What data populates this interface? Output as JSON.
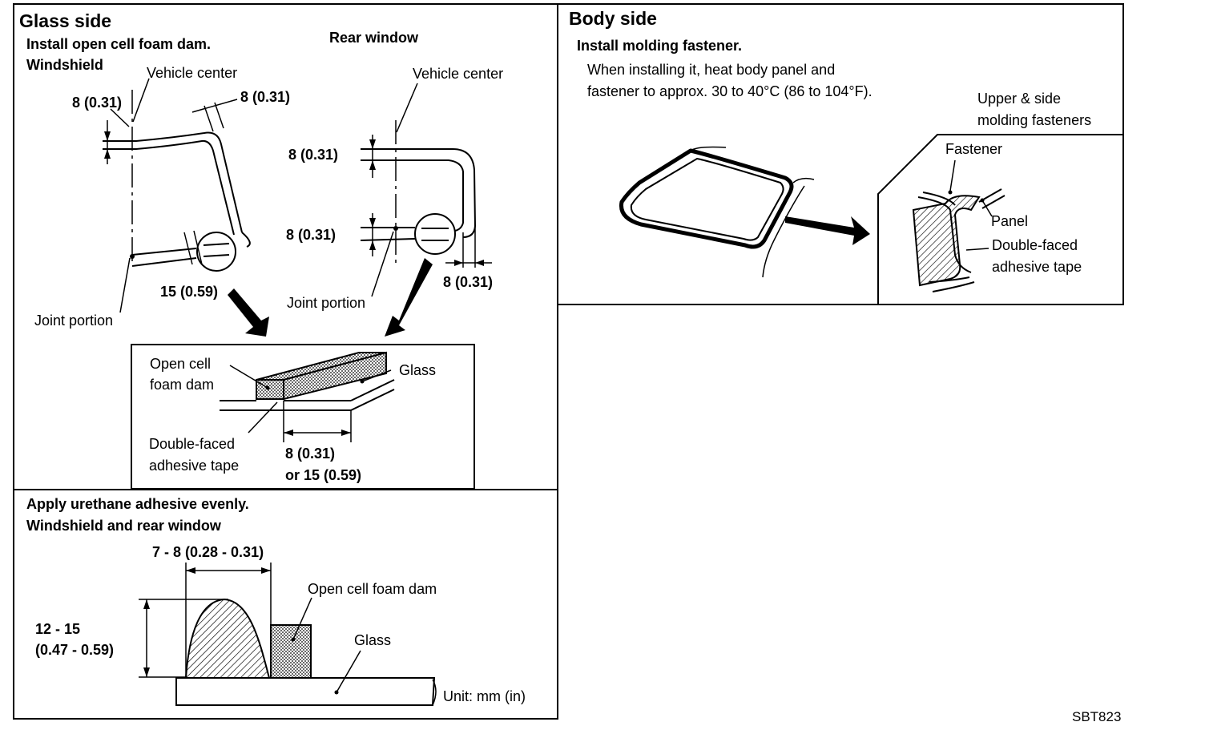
{
  "glass_side": {
    "title": "Glass side",
    "step1": "Install open cell foam dam.",
    "windshield_label": "Windshield",
    "rear_window_label": "Rear window",
    "vehicle_center_ws": "Vehicle center",
    "vehicle_center_rw": "Vehicle center",
    "dim_8_a": "8 (0.31)",
    "dim_8_b": "8 (0.31)",
    "dim_15": "15 (0.59)",
    "joint_ws": "Joint portion",
    "dim_8_c": "8 (0.31)",
    "dim_8_d": "8 (0.31)",
    "dim_8_e": "8 (0.31)",
    "joint_rw": "Joint portion",
    "detail": {
      "foam_l1": "Open cell",
      "foam_l2": "foam dam",
      "glass": "Glass",
      "tape_l1": "Double-faced",
      "tape_l2": "adhesive tape",
      "dim_l1": "8 (0.31)",
      "dim_l2": "or 15 (0.59)"
    }
  },
  "urethane": {
    "step2": "Apply urethane adhesive evenly.",
    "sub": "Windshield and rear window",
    "width_dim": "7 - 8 (0.28 - 0.31)",
    "height_l1": "12 - 15",
    "height_l2": "(0.47 - 0.59)",
    "foam": "Open cell foam dam",
    "glass": "Glass",
    "unit": "Unit: mm (in)"
  },
  "body_side": {
    "title": "Body side",
    "step": "Install molding fastener.",
    "note_l1": "When installing it, heat body panel and",
    "note_l2": "fastener to approx. 30 to 40°C (86 to 104°F).",
    "upper_l1": "Upper & side",
    "upper_l2": "molding fasteners",
    "fastener": "Fastener",
    "panel": "Panel",
    "tape_l1": "Double-faced",
    "tape_l2": "adhesive tape"
  },
  "figure_id": "SBT823"
}
